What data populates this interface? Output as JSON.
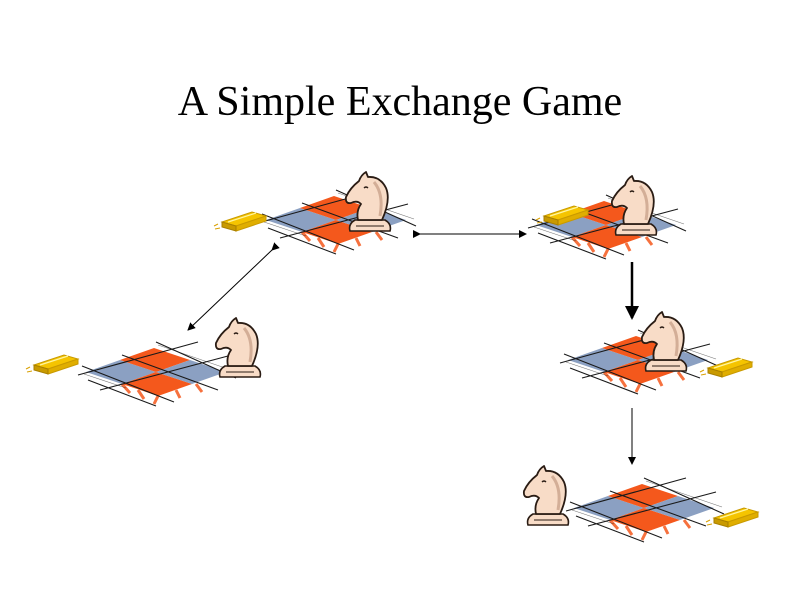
{
  "title": "A Simple Exchange Game",
  "colors": {
    "orange_tile": "#f4581c",
    "blue_tile": "#8ba0c2",
    "gold_bar": "#f5c400",
    "gold_bar_dark": "#c99a00",
    "knight_fill": "#f8dcc7",
    "knight_stroke": "#2a1c14",
    "arrow": "#000000"
  },
  "icons": {
    "board": "checkerboard-icon",
    "knight": "chess-knight-icon",
    "gold": "gold-bar-icon"
  },
  "states": [
    {
      "id": "state-1",
      "knight": "right",
      "gold": "left"
    },
    {
      "id": "state-2",
      "knight": "on-board",
      "gold": "left"
    },
    {
      "id": "state-3",
      "knight": "on-board",
      "gold": "on-board"
    },
    {
      "id": "state-4",
      "knight": "on-board",
      "gold": "right"
    },
    {
      "id": "state-5",
      "knight": "left",
      "gold": "right"
    }
  ],
  "transitions": [
    {
      "from": "state-1",
      "to": "state-2",
      "direction": "bidirectional"
    },
    {
      "from": "state-2",
      "to": "state-3",
      "direction": "bidirectional"
    },
    {
      "from": "state-3",
      "to": "state-4",
      "direction": "one-way",
      "weight": "bold"
    },
    {
      "from": "state-4",
      "to": "state-5",
      "direction": "one-way"
    }
  ]
}
